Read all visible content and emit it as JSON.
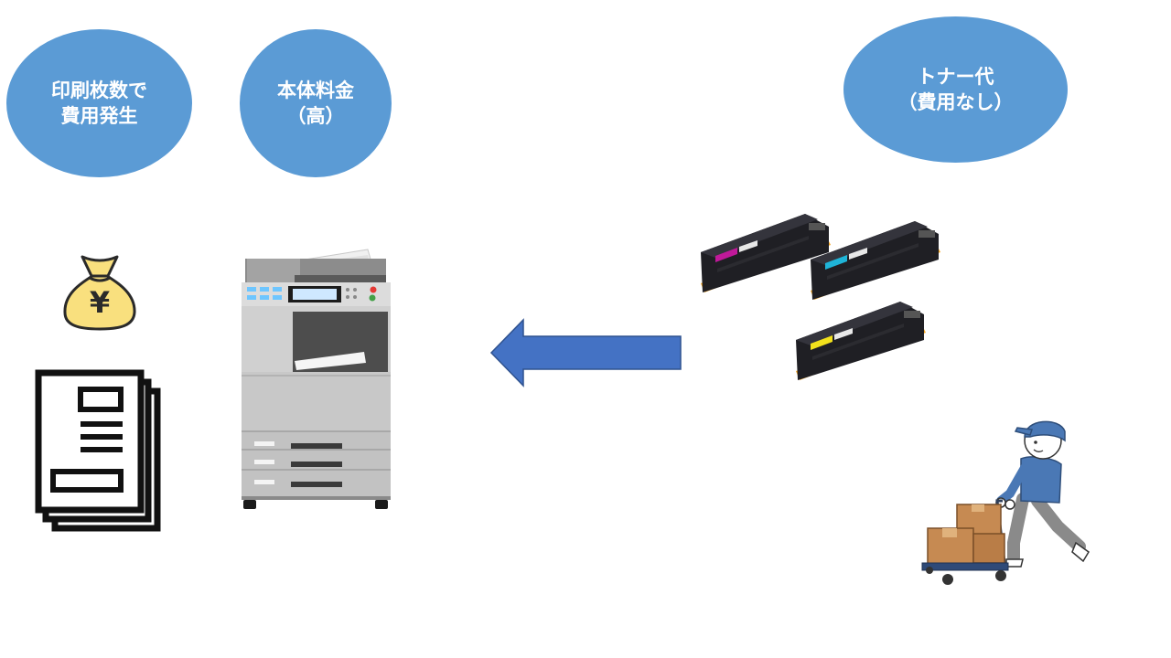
{
  "theme": {
    "bubble_color": "#5B9BD5",
    "arrow_fill": "#4472C4",
    "arrow_stroke": "#2F528F"
  },
  "bubbles": {
    "per_page_fee": [
      "印刷枚数で",
      "費用発生"
    ],
    "body_price": [
      "本体料金",
      "（高）"
    ],
    "toner_cost": [
      "トナー代",
      "（費用なし）"
    ]
  },
  "money_bag": {
    "symbol": "¥"
  },
  "toner_colors": [
    "#C0199A",
    "#1FB4D8",
    "#F2E11C"
  ],
  "icons": [
    "money-bag-icon",
    "documents-stack-icon",
    "copier-machine-icon",
    "toner-cartridges-icon",
    "delivery-worker-icon",
    "left-arrow-icon"
  ]
}
